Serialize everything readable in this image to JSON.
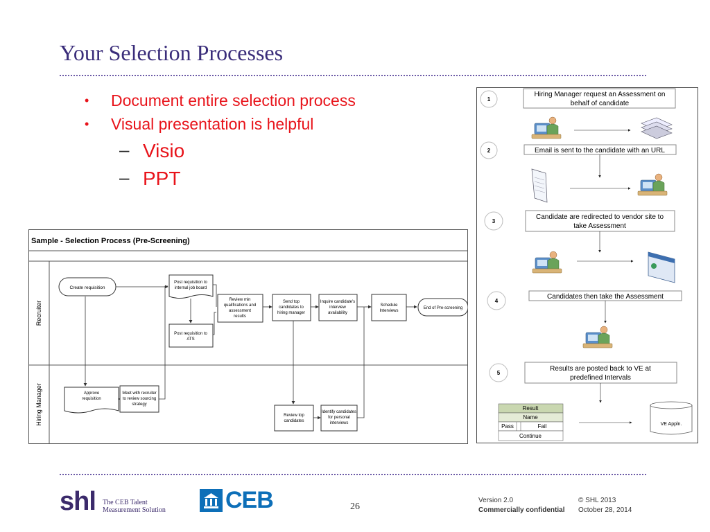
{
  "title": "Your Selection Processes",
  "bullets": [
    "Document entire selection process",
    "Visual presentation is helpful"
  ],
  "sub_bullets": [
    "Visio",
    "PPT"
  ],
  "flowchart": {
    "title": "Sample - Selection Process (Pre-Screening)",
    "lanes": [
      "Recruiter",
      "Hiring Manager"
    ],
    "nodes": {
      "create": "Create requisition",
      "post_internal": [
        "Post requisition to",
        "internal job board"
      ],
      "post_ats": [
        "Post requisition to",
        "ATS"
      ],
      "review_min": [
        "Review min",
        "qualifications and",
        "assessment",
        "results"
      ],
      "send_top": [
        "Send top",
        "candidates to",
        "hiring manager"
      ],
      "inquire": [
        "Inquire candidate's",
        "interview",
        "availability"
      ],
      "schedule": [
        "Schedule",
        "Interviews"
      ],
      "end": "End of Pre-screening",
      "approve": [
        "Approve",
        "requisition"
      ],
      "meet": [
        "Meet with recruiter",
        "to review sourcing",
        "strategy"
      ],
      "review_top": [
        "Review top",
        "candidates"
      ],
      "identify": [
        "Identify candidates",
        "for personal",
        "interviews"
      ]
    }
  },
  "steps_panel": {
    "steps": [
      {
        "num": "1",
        "text": [
          "Hiring Manager request an Assessment on",
          "behalf of candidate"
        ]
      },
      {
        "num": "2",
        "text": [
          "Email is sent to the candidate with an URL"
        ]
      },
      {
        "num": "3",
        "text": [
          "Candidate are redirected to vendor site to",
          "take Assessment"
        ]
      },
      {
        "num": "4",
        "text": [
          "Candidates then take the Assessment"
        ]
      },
      {
        "num": "5",
        "text": [
          "Results are posted back to VE at",
          "predefined Intervals"
        ]
      }
    ],
    "result_table": {
      "header": "Result",
      "name": "Name",
      "pass": "Pass",
      "fail": "Fail",
      "continue": "Continue"
    },
    "database_label": "VE Appln."
  },
  "footer": {
    "shl_logo": "shl",
    "shl_tagline": [
      "The CEB Talent",
      "Measurement Solution"
    ],
    "ceb_logo": "CEB",
    "page_number": "26",
    "version": "Version 2.0",
    "confidential": "Commercially confidential",
    "copyright": "© SHL 2013",
    "date": "October 28, 2014"
  },
  "colors": {
    "title": "#3a2d7a",
    "bullet_text": "#e8131a",
    "rule": "#6b5aa6",
    "ceb_blue": "#0d6fb8",
    "shl_purple": "#3b2a6b"
  }
}
